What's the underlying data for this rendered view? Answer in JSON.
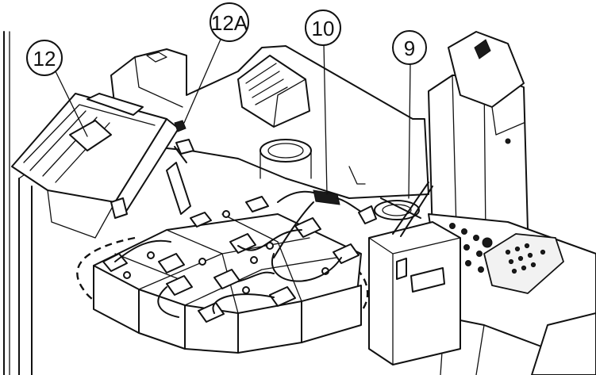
{
  "callouts": {
    "c12": "12",
    "c12a": "12A",
    "c10": "10",
    "c9": "9"
  }
}
